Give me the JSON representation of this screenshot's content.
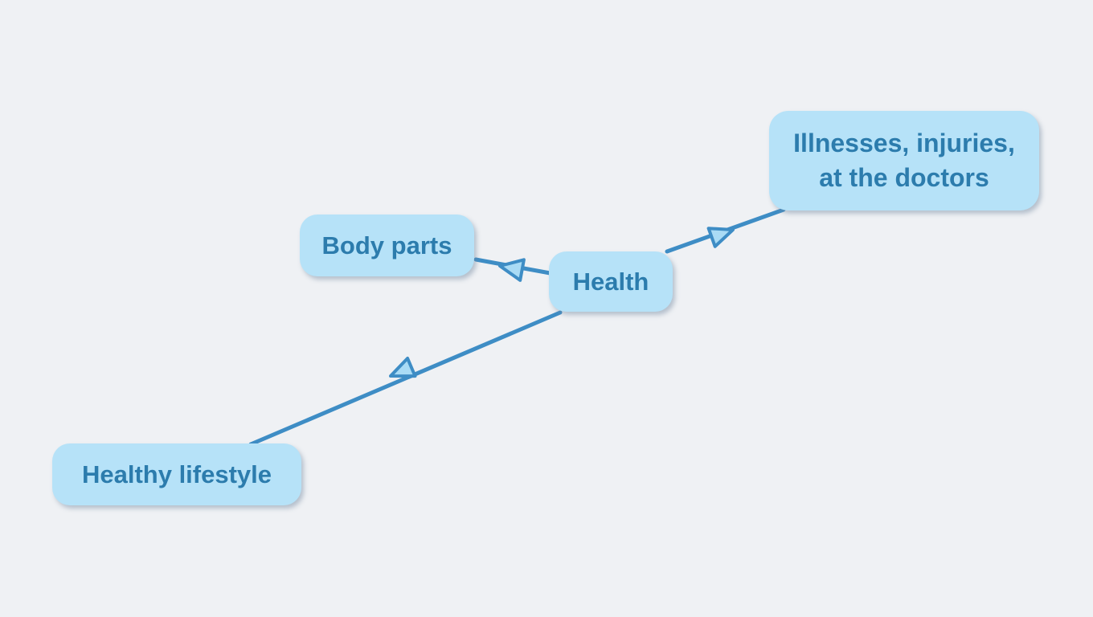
{
  "diagram": {
    "type": "mindmap",
    "root_label": "Health",
    "nodes": [
      {
        "id": "health",
        "label": "Health",
        "role": "root"
      },
      {
        "id": "illnesses",
        "label": "Illnesses, injuries,\nat the doctors",
        "role": "branch"
      },
      {
        "id": "body-parts",
        "label": "Body parts",
        "role": "branch"
      },
      {
        "id": "healthy-lifestyle",
        "label": "Healthy lifestyle",
        "role": "branch"
      }
    ],
    "edges": [
      {
        "from": "health",
        "to": "body-parts",
        "arrow": "toward-body-parts"
      },
      {
        "from": "health",
        "to": "illnesses",
        "arrow": "toward-illnesses"
      },
      {
        "from": "health",
        "to": "healthy-lifestyle",
        "arrow": "toward-healthy-lifestyle"
      }
    ]
  },
  "colors": {
    "background": "#eff1f4",
    "node_fill": "#b6e2f8",
    "node_text": "#2c7cad",
    "edge": "#3e8dc5",
    "arrow_fill": "#a9dbf5"
  }
}
